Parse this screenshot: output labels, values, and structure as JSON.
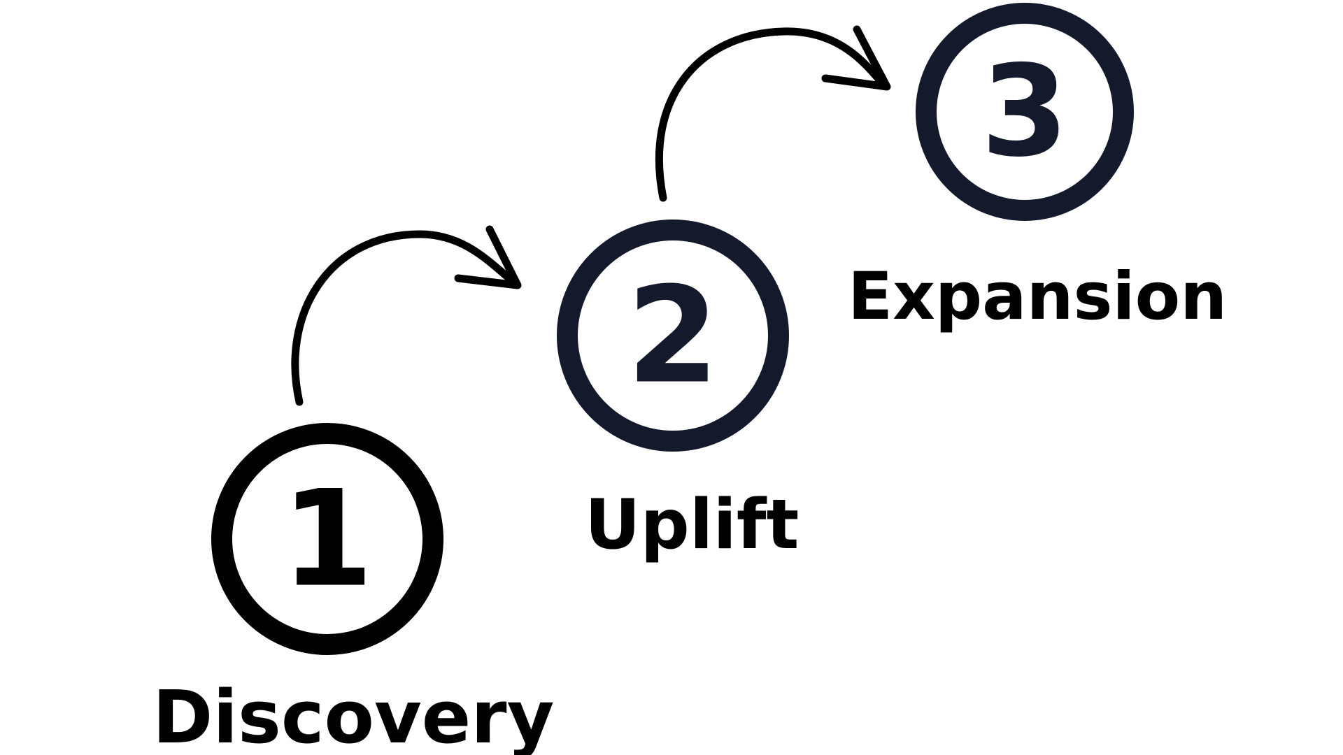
{
  "steps": [
    {
      "number": "1",
      "label": "Discovery"
    },
    {
      "number": "2",
      "label": "Uplift"
    },
    {
      "number": "3",
      "label": "Expansion"
    }
  ],
  "arrows": [
    {
      "from": "1",
      "to": "2"
    },
    {
      "from": "2",
      "to": "3"
    }
  ],
  "colors": {
    "step_1": "#000000",
    "step_2": "#141a2b",
    "step_3": "#141a2b",
    "label": "#000000",
    "arrow": "#000000"
  }
}
